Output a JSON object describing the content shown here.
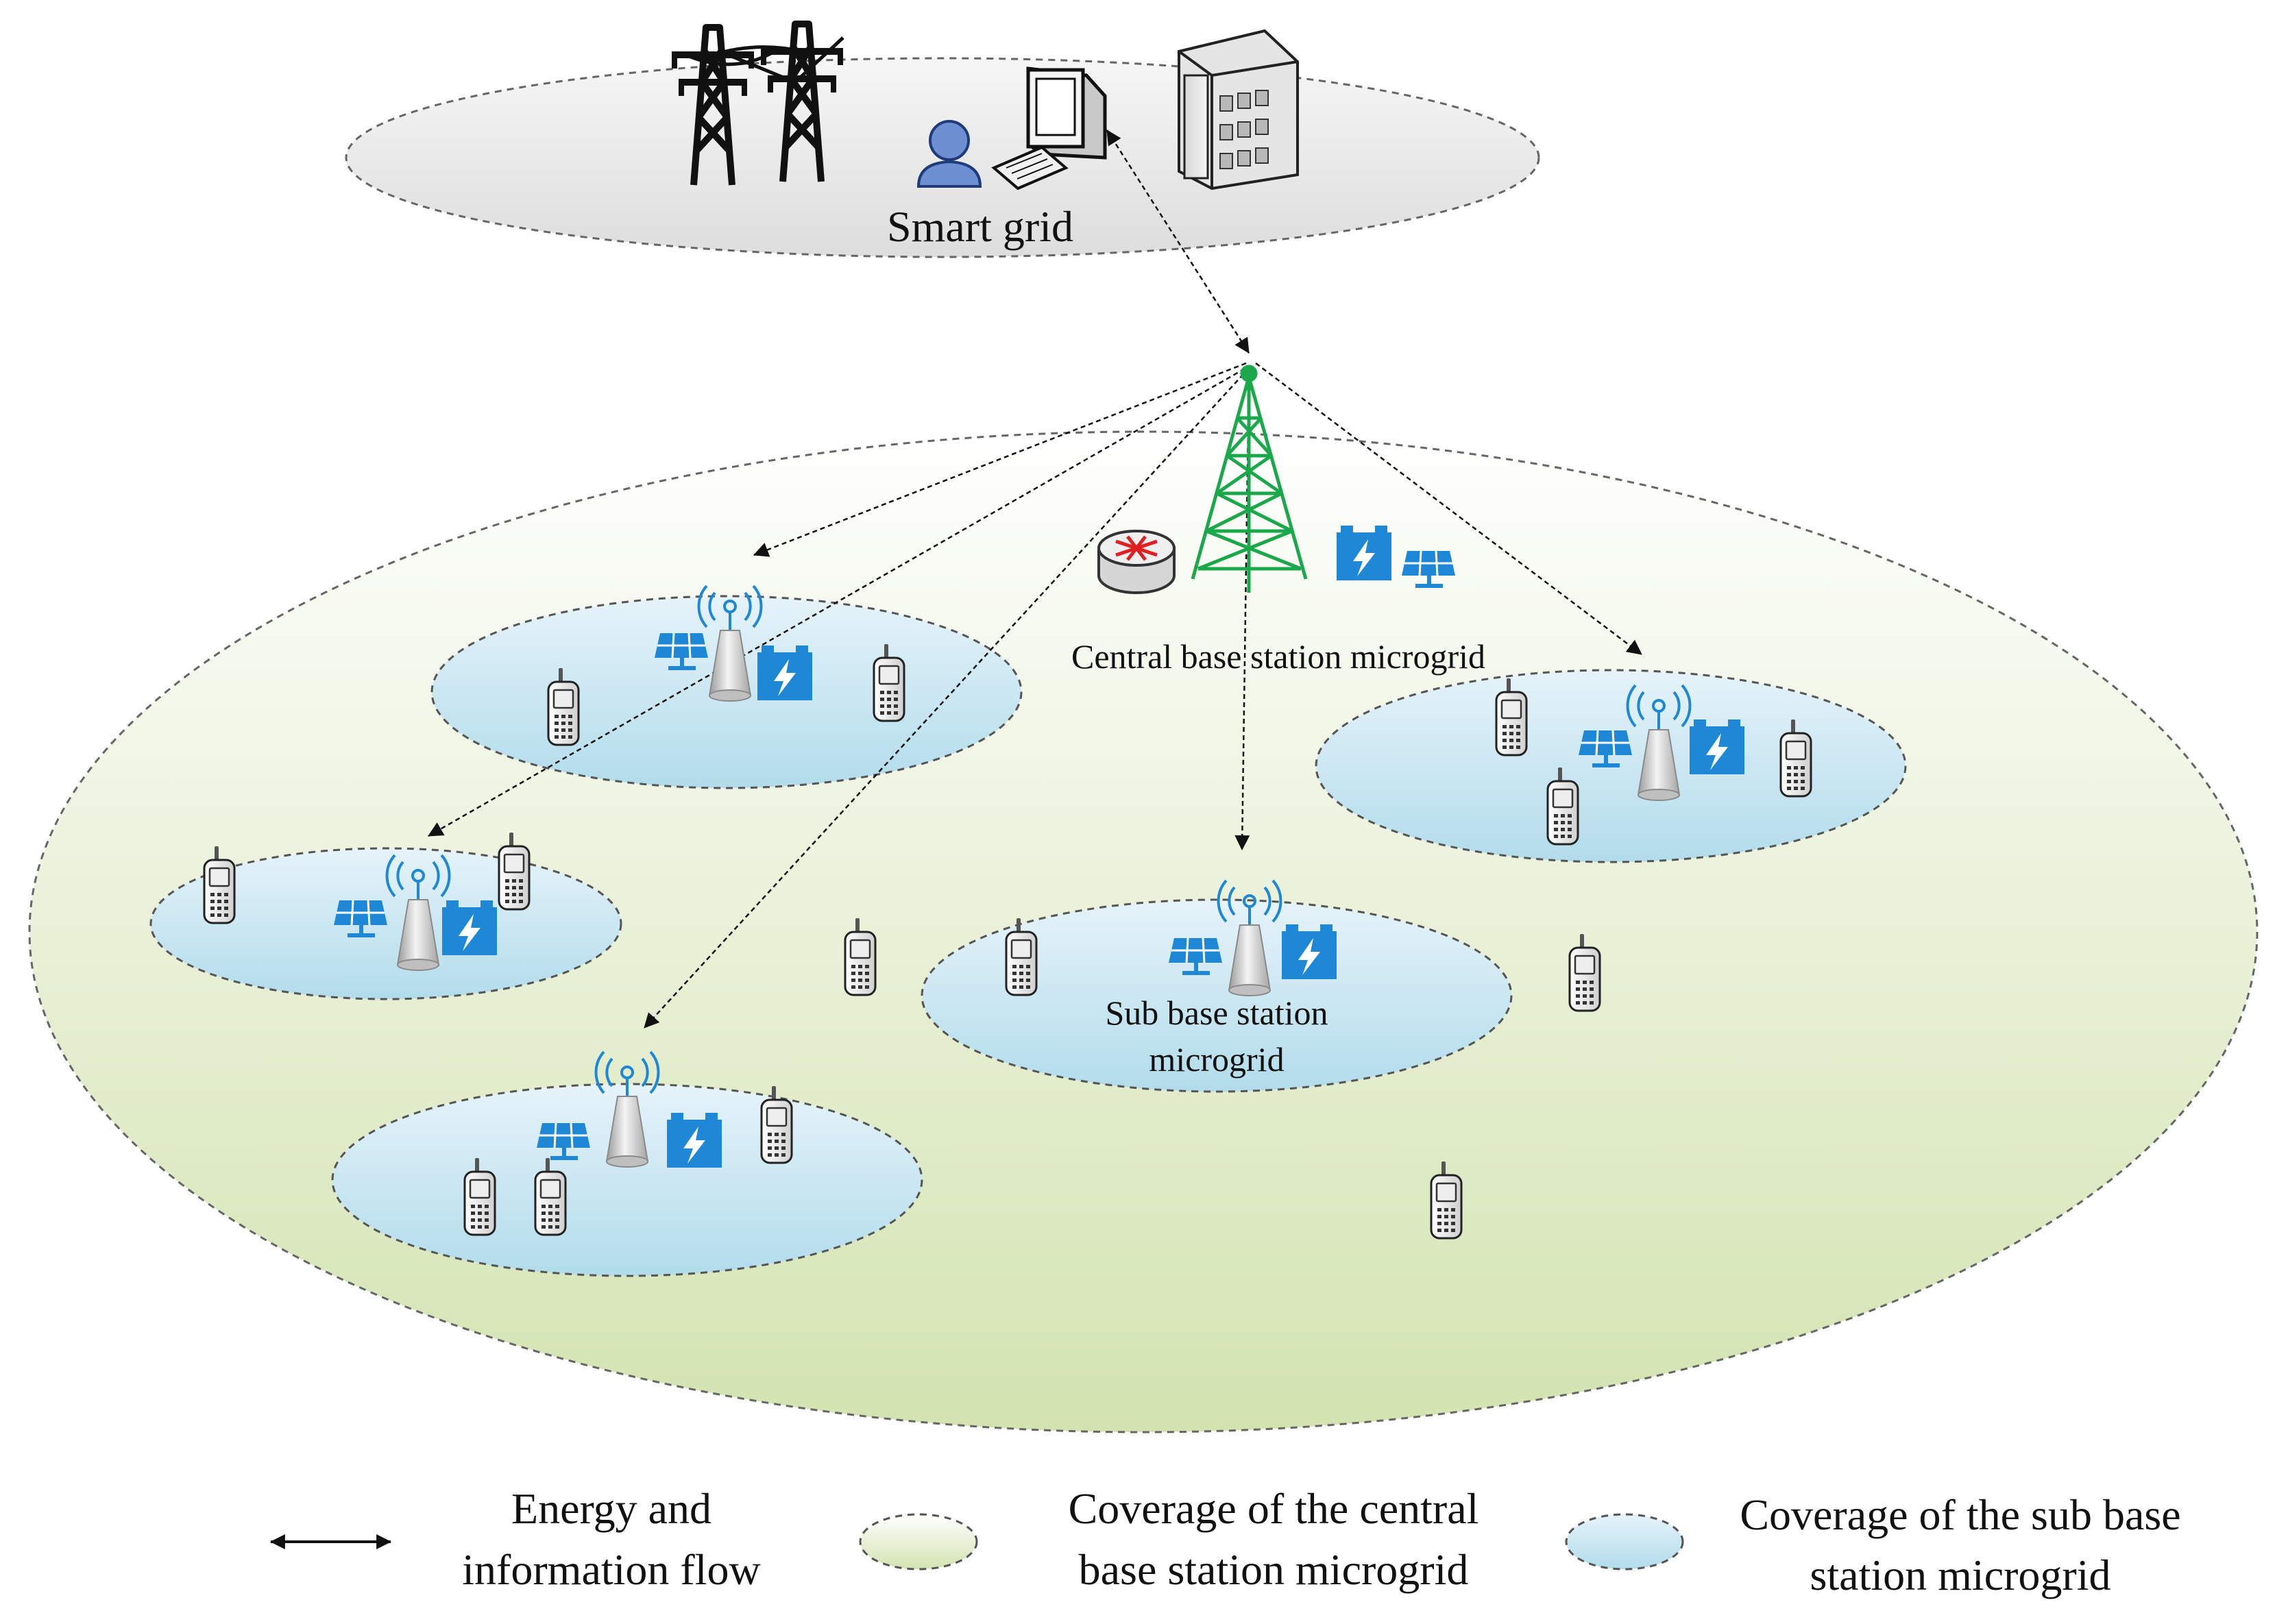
{
  "labels": {
    "smart_grid": "Smart grid",
    "central": "Central base station microgrid",
    "sub_line1": "Sub base station",
    "sub_line2": "microgrid"
  },
  "legend": {
    "flow_line1": "Energy and",
    "flow_line2": "information flow",
    "central_line1": "Coverage of the central",
    "central_line2": "base station microgrid",
    "sub_line1": "Coverage of the sub base",
    "sub_line2": "station microgrid"
  },
  "colors": {
    "icon_blue": "#1E88D6",
    "tower_green": "#1BA84A",
    "central_fill_top": "#FFFFFF",
    "central_fill_bottom": "#D3E3B0",
    "sub_fill_top": "#E6F3FA",
    "sub_fill_bottom": "#B2DCEB",
    "smart_grid_fill": "#E9E9E9"
  },
  "icons": {
    "pylon": "power-pylon-icon",
    "user": "user-icon",
    "computer": "computer-icon",
    "building": "building-icon",
    "central_tower": "lattice-tower-icon",
    "router": "router-icon",
    "battery": "battery-charge-icon",
    "solar": "solar-panel-icon",
    "sub_antenna": "antenna-icon",
    "phone": "mobile-phone-icon"
  }
}
